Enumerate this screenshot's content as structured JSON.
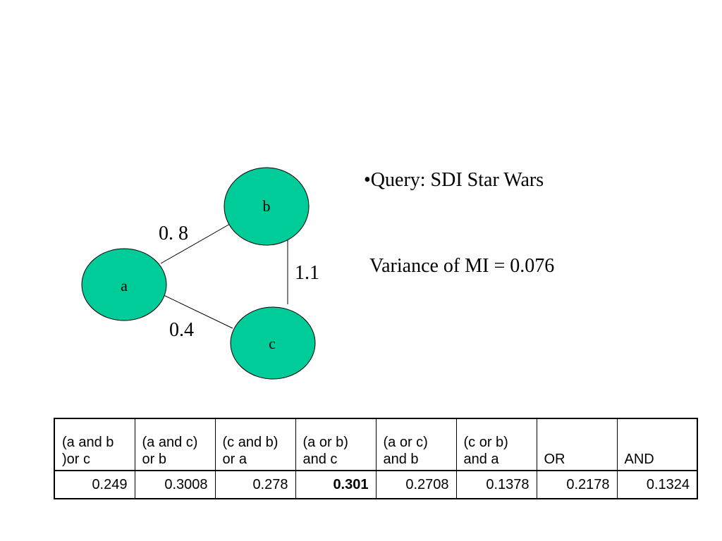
{
  "graph": {
    "nodes": [
      {
        "id": "a",
        "label": "a"
      },
      {
        "id": "b",
        "label": "b"
      },
      {
        "id": "c",
        "label": "c"
      }
    ],
    "edges": [
      {
        "from": "a",
        "to": "b",
        "weight": "0. 8"
      },
      {
        "from": "b",
        "to": "c",
        "weight": "1.1"
      },
      {
        "from": "a",
        "to": "c",
        "weight": "0.4"
      }
    ],
    "node_color": "#00cc99"
  },
  "query_text": "•Query: SDI Star Wars",
  "variance_text": "Variance of MI = 0.076",
  "table": {
    "headers": [
      "(a and b )or c",
      "(a and c) or b",
      "(c and b) or a",
      "(a or b) and c",
      "(a or c) and b",
      "(c or b) and a",
      "OR",
      "AND"
    ],
    "values": [
      "0.249",
      "0.3008",
      "0.278",
      "0.301",
      "0.2708",
      "0.1378",
      "0.2178",
      "0.1324"
    ],
    "bold_index": 3
  }
}
